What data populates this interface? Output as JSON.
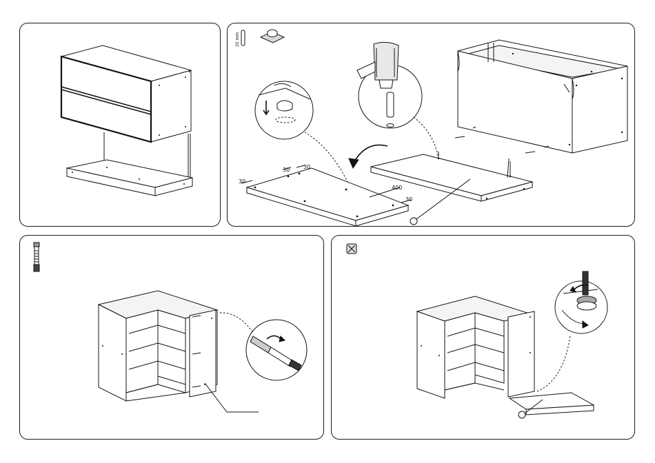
{
  "step2": {
    "screw_length_label": "20 mm",
    "dimensions": {
      "edge_30_a": "30",
      "edge_30_b": "30",
      "edge_30_c": "30",
      "edge_30_d": "30",
      "length_400": "400"
    }
  },
  "icons": {
    "step2_dowel": "dowel-icon",
    "step2_pad": "felt-pad-icon",
    "step3_bolt": "connector-bolt-icon",
    "step4_cam": "cam-lock-icon",
    "step2_hammer": "hammer-icon",
    "step3_screwdriver": "screwdriver-icon"
  },
  "colors": {
    "line": "#111111",
    "background": "#ffffff"
  }
}
